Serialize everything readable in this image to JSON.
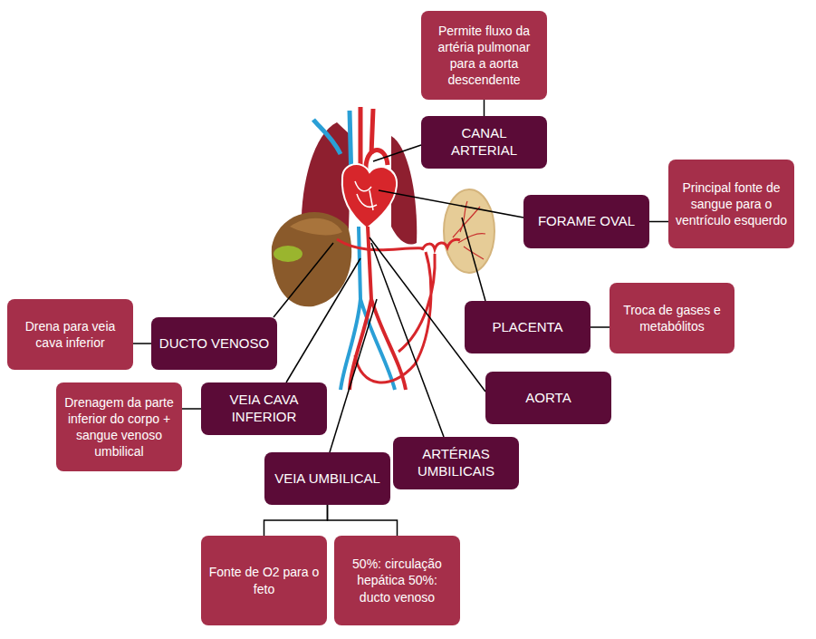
{
  "diagram": {
    "nodes": [
      {
        "text": [
          "Permite fluxo da artéria pulmonar para a aorta descendente"
        ]
      },
      {
        "text": [
          "CANAL ARTERIAL"
        ]
      },
      {
        "text": [
          "Principal fonte de sangue para o ventrículo esquerdo"
        ]
      },
      {
        "text": [
          "FORAME OVAL"
        ]
      },
      {
        "text": [
          "Drena para veia cava inferior"
        ]
      },
      {
        "text": [
          "DUCTO VENOSO"
        ]
      },
      {
        "text": [
          "PLACENTA"
        ]
      },
      {
        "text": [
          "Troca de gases e metabólitos"
        ]
      },
      {
        "text": [
          "AORTA"
        ]
      },
      {
        "text": [
          "Drenagem da parte inferior do corpo + sangue venoso umbilical"
        ]
      },
      {
        "text": [
          "VEIA CAVA INFERIOR"
        ]
      },
      {
        "text": [
          "ARTÉRIAS UMBILICAIS"
        ]
      },
      {
        "text": [
          "VEIA UMBILICAL"
        ]
      },
      {
        "text": [
          "Fonte de O2 para o feto"
        ]
      },
      {
        "text": [
          "50%: circulação hepática 50%: ducto venoso"
        ]
      }
    ],
    "edges": [
      {
        "from": 1,
        "to": 0,
        "arrow": "none"
      },
      {
        "from": 3,
        "to": 2,
        "arrow": "none"
      },
      {
        "from": 5,
        "to": 4,
        "arrow": "none"
      },
      {
        "from": 6,
        "to": 7,
        "arrow": "none"
      },
      {
        "from": 10,
        "to": 9,
        "arrow": "none"
      },
      {
        "from": 12,
        "to": 13,
        "arrow": "none"
      },
      {
        "from": 12,
        "to": 14,
        "arrow": "none"
      }
    ]
  }
}
